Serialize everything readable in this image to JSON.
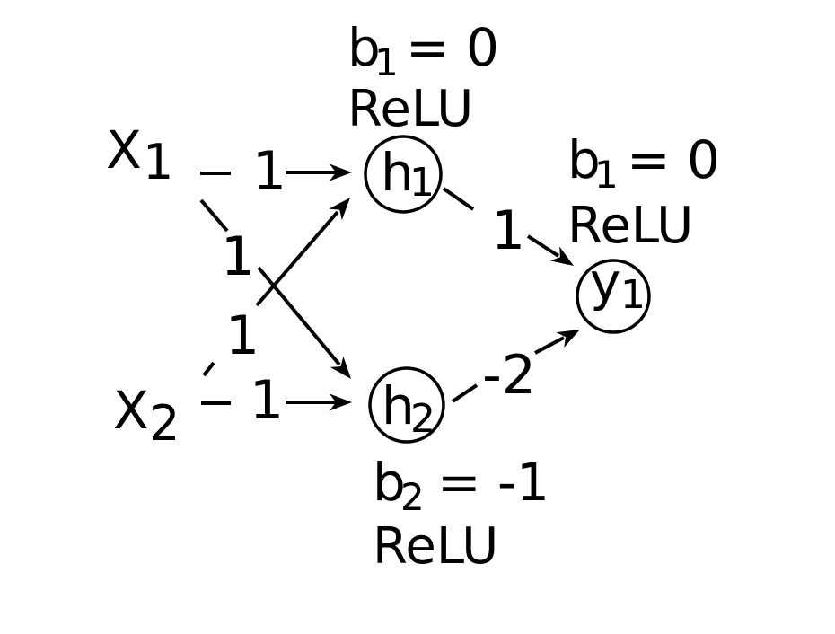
{
  "colors": {
    "ink": "#000000",
    "background": "#ffffff"
  },
  "diagram": {
    "type": "neural-network",
    "nodes": {
      "x1": {
        "label_base": "X",
        "label_sub": "1"
      },
      "x2": {
        "label_base": "X",
        "label_sub": "2"
      },
      "h1": {
        "label_base": "h",
        "label_sub": "1",
        "bias_base": "b",
        "bias_sub": "1",
        "bias_value": "= 0",
        "activation": "ReLU"
      },
      "h2": {
        "label_base": "h",
        "label_sub": "2",
        "bias_base": "b",
        "bias_sub": "2",
        "bias_value": "= -1",
        "activation": "ReLU"
      },
      "y1": {
        "label_base": "y",
        "label_sub": "1",
        "bias_base": "b",
        "bias_sub": "1",
        "bias_value": "= 0",
        "activation": "ReLU"
      }
    },
    "edges": [
      {
        "from": "x1",
        "to": "h1",
        "weight": "1"
      },
      {
        "from": "x1",
        "to": "h2",
        "weight": "1"
      },
      {
        "from": "x2",
        "to": "h1",
        "weight": "1"
      },
      {
        "from": "x2",
        "to": "h2",
        "weight": "1"
      },
      {
        "from": "h1",
        "to": "y1",
        "weight": "1"
      },
      {
        "from": "h2",
        "to": "y1",
        "weight": "-2"
      }
    ]
  }
}
